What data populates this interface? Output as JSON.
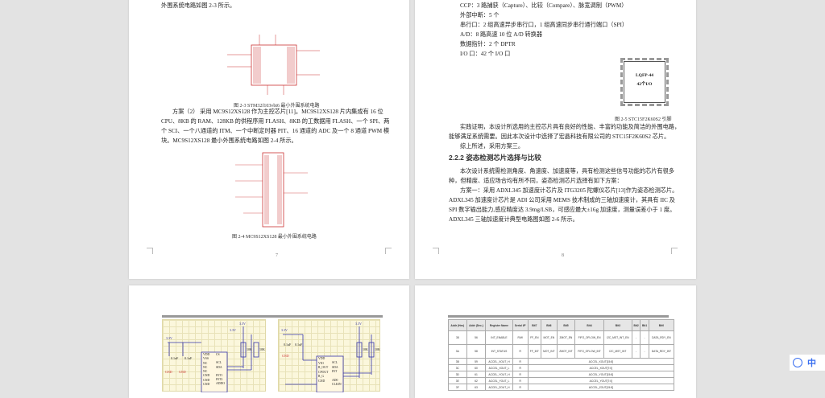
{
  "viewer": {
    "lang_label": "中",
    "app_icon": "du-icon"
  },
  "page7": {
    "number": "7",
    "lines": [
      "外围系统电路如图 2-3  所示。"
    ],
    "fig23_caption": "图 2-3 STM32f103vbt6 最小外围系统电路",
    "para": [
      "方案（2）  采用 MC9S12XS128 作为主控芯片[11]。MC9S12XS128 片内集成有 16 位",
      "CPU、8KB 的 RAM、128KB 的供程序用 FLASH、8KB 的工数据用 FLASH、一个 SPI、两",
      "个 SCI、一个八通道的 ITM、一个中断定时器 PIT、16 通道的 ADC 及一个 8 通道 PWM 模",
      "块。MC9S12XS128 最小外围系统电路如图 2-4  所示。"
    ],
    "fig24_caption": "图 2-4    MC9S12XS128 最小外围系统电路"
  },
  "page8": {
    "number": "8",
    "spec_lines": [
      "CCP：3 路捕获（Capture）、比较（Compare）、脉宽调制（PWM）",
      "外部中断：5 个",
      "串行口：2 组高速异步串行口，1 组高速同步串行通行端口（SPI）",
      "A/D：8 路高速 10 位 A/D 转换器",
      "数据指针：2 个 DPTR",
      "I/O 口：42 个 I/O 口"
    ],
    "chip_label1": "LQFP-44",
    "chip_label2": "42个I/O",
    "fig25_caption": "图 2-5 STC15F2K60S2 引脚",
    "para1": [
      "实践证明，本设计所选用的主控芯片具有良好的性能、丰富的功能及简洁的外围电路，",
      "能够满足系统需要。因此本次设计中选择了宏晶科技有限公司的 STC15F2K60S2 芯片。",
      "综上所述，采用方案三。"
    ],
    "heading": "2.2.2 姿态检测芯片选择与比较",
    "para2": [
      "本次设计系统需检测角度、角速度、加速度等，具有检测这些信号功能的芯片有很多",
      "种，但精度、适应场合均有所不同，姿态检测芯片选择有如下方案：",
      "方案一：采用 ADXL345 加速度计芯片及 ITG3205 陀螺仪芯片[13]作为姿态检测芯片。",
      "ADXL345 加速度计芯片是 ADI 公司采用 MEMS 技术制成的三轴加速度计，其具有 IIC 及",
      "SPI 数字输出能力,感应精度达 3.9mg/LSB，可感应最大±16g 加速度，测量误差小于 1 度。",
      "ADXL345 三轴加速度计典型电路图如图 2-6  所示。"
    ]
  },
  "page9": {
    "schem1": {
      "v1": "3.3V",
      "v2": "3.3V",
      "v3": "3.3V",
      "r1": "10K",
      "r2": "10K",
      "c1": "0.1uF",
      "c2": "0.1uF",
      "gnd": "GND",
      "pins_left": [
        "VDD",
        "VSS",
        "NC",
        "NC",
        "NC",
        "GND",
        "GND",
        "GND"
      ],
      "pins_right": [
        "CS",
        "SCL",
        "SDA",
        "INT1",
        "INT2",
        "ADDO"
      ]
    },
    "schem2": {
      "v1": "3.3V",
      "v2": "3.3V",
      "r1": "10K",
      "r2": "10K",
      "c1": "0.1uF",
      "c2": "0.1uF",
      "gnd": "GND",
      "pins_left": [
        "VDD",
        "VIO",
        "R_OUT",
        "CPOUT",
        "R_G",
        "GND"
      ],
      "pins_right": [
        "SCL",
        "SDA",
        "INT",
        "AD0",
        "CLKIN"
      ]
    }
  },
  "page10": {
    "headers": [
      "Addr (Hex)",
      "Addr (Dec.)",
      "Register Name",
      "Serial I/F",
      "Bit7",
      "Bit6",
      "Bit5",
      "Bit4",
      "Bit3",
      "Bit2",
      "Bit1",
      "Bit0"
    ],
    "rows_bits": [
      [
        "38",
        "56",
        "INT_ENABLE",
        "R/W",
        "FF_EN",
        "MOT_EN",
        "ZMOT_EN",
        "FIFO_OFLOW_EN",
        "I2C_MST_INT_EN",
        "-",
        "-",
        "DATA_RDY_EN"
      ],
      [
        "3A",
        "58",
        "INT_STATUS",
        "R",
        "FF_INT",
        "MOT_INT",
        "ZMOT_INT",
        "FIFO_OFLOW_INT",
        "I2C_MST_INT",
        "-",
        "-",
        "DATA_RDY_INT"
      ]
    ],
    "rows_span": [
      [
        "3B",
        "59",
        "ACCEL_XOUT_H",
        "R",
        "ACCEL_XOUT[15:8]"
      ],
      [
        "3C",
        "60",
        "ACCEL_XOUT_L",
        "R",
        "ACCEL_XOUT[7:0]"
      ],
      [
        "3D",
        "61",
        "ACCEL_YOUT_H",
        "R",
        "ACCEL_YOUT[15:8]"
      ],
      [
        "3E",
        "62",
        "ACCEL_YOUT_L",
        "R",
        "ACCEL_YOUT[7:0]"
      ],
      [
        "3F",
        "63",
        "ACCEL_ZOUT_H",
        "R",
        "ACCEL_ZOUT[15:8]"
      ]
    ]
  }
}
